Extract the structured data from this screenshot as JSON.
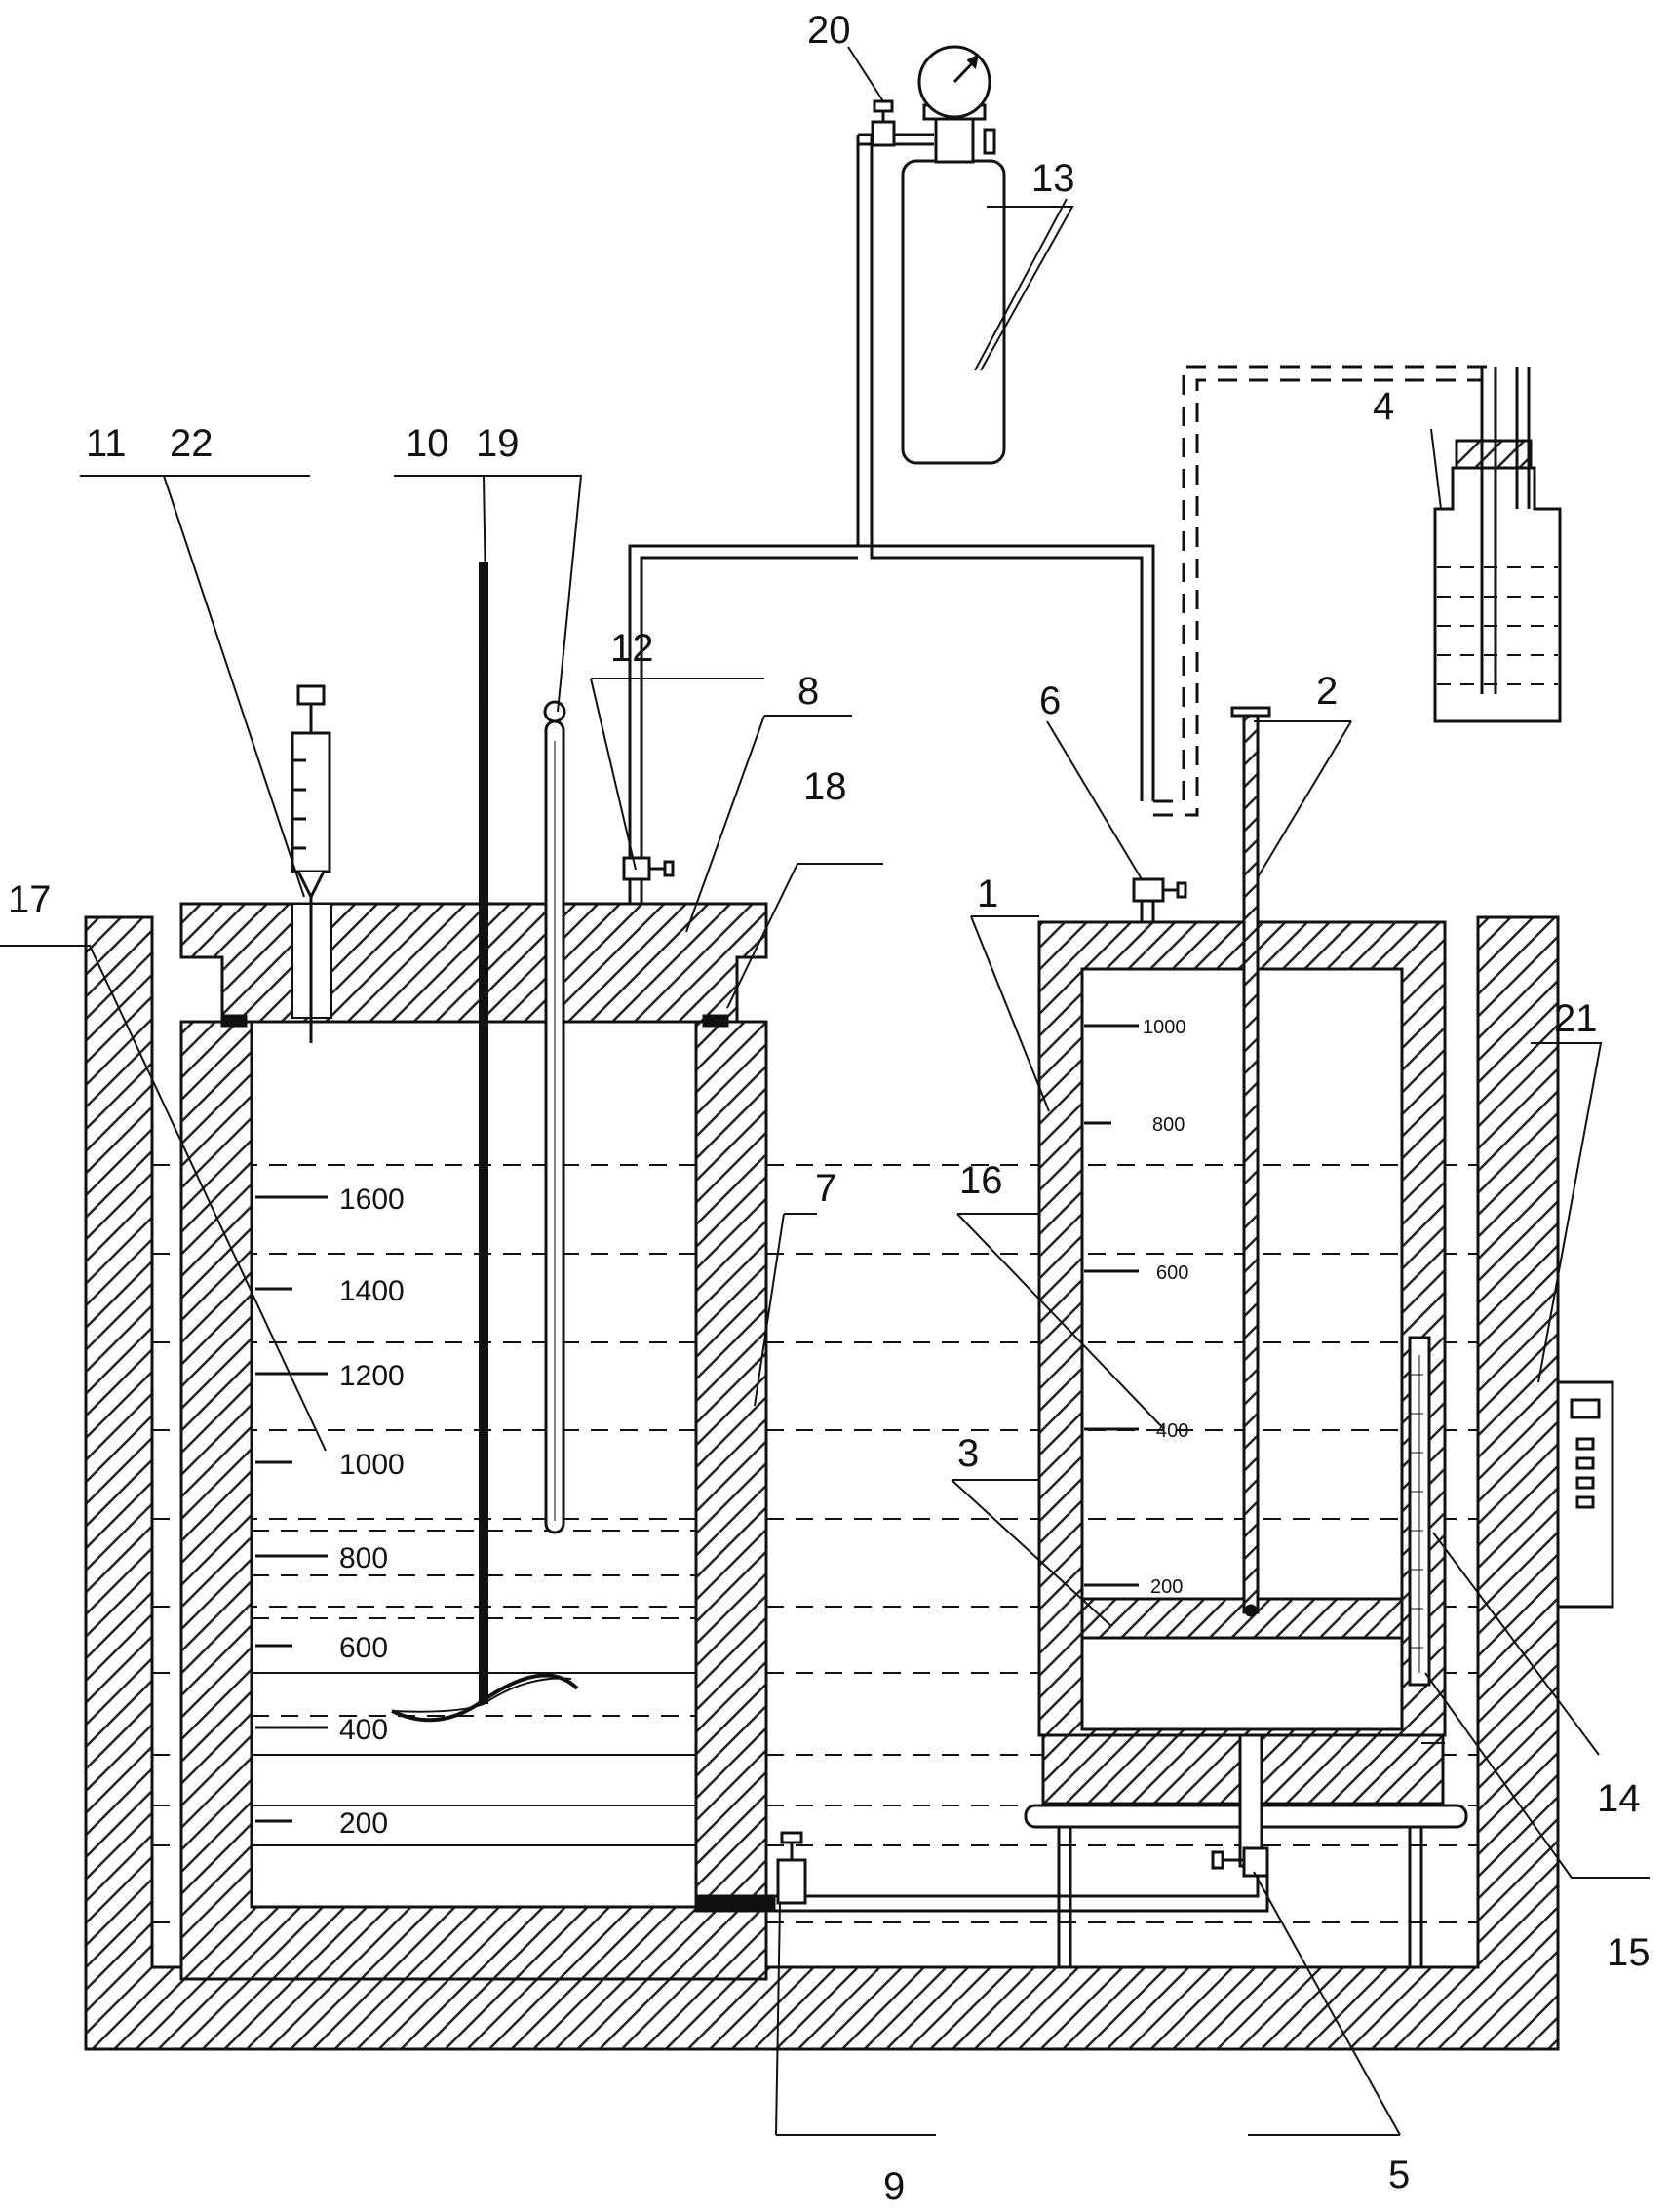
{
  "callouts": {
    "c1": "1",
    "c2": "2",
    "c3": "3",
    "c4": "4",
    "c5": "5",
    "c6": "6",
    "c7": "7",
    "c8": "8",
    "c9": "9",
    "c10": "10",
    "c11": "11",
    "c12": "12",
    "c13": "13",
    "c14": "14",
    "c15": "15",
    "c16": "16",
    "c17": "17",
    "c18": "18",
    "c19": "19",
    "c20": "20",
    "c21": "21",
    "c22": "22"
  },
  "left_vessel_scale": [
    "1600",
    "1400",
    "1200",
    "1000",
    "800",
    "600",
    "400",
    "200"
  ],
  "right_vessel_scale": [
    "1000",
    "800",
    "600",
    "400",
    "200"
  ],
  "colors": {
    "line": "#111111",
    "hatch": "#222222",
    "background": "#ffffff"
  }
}
